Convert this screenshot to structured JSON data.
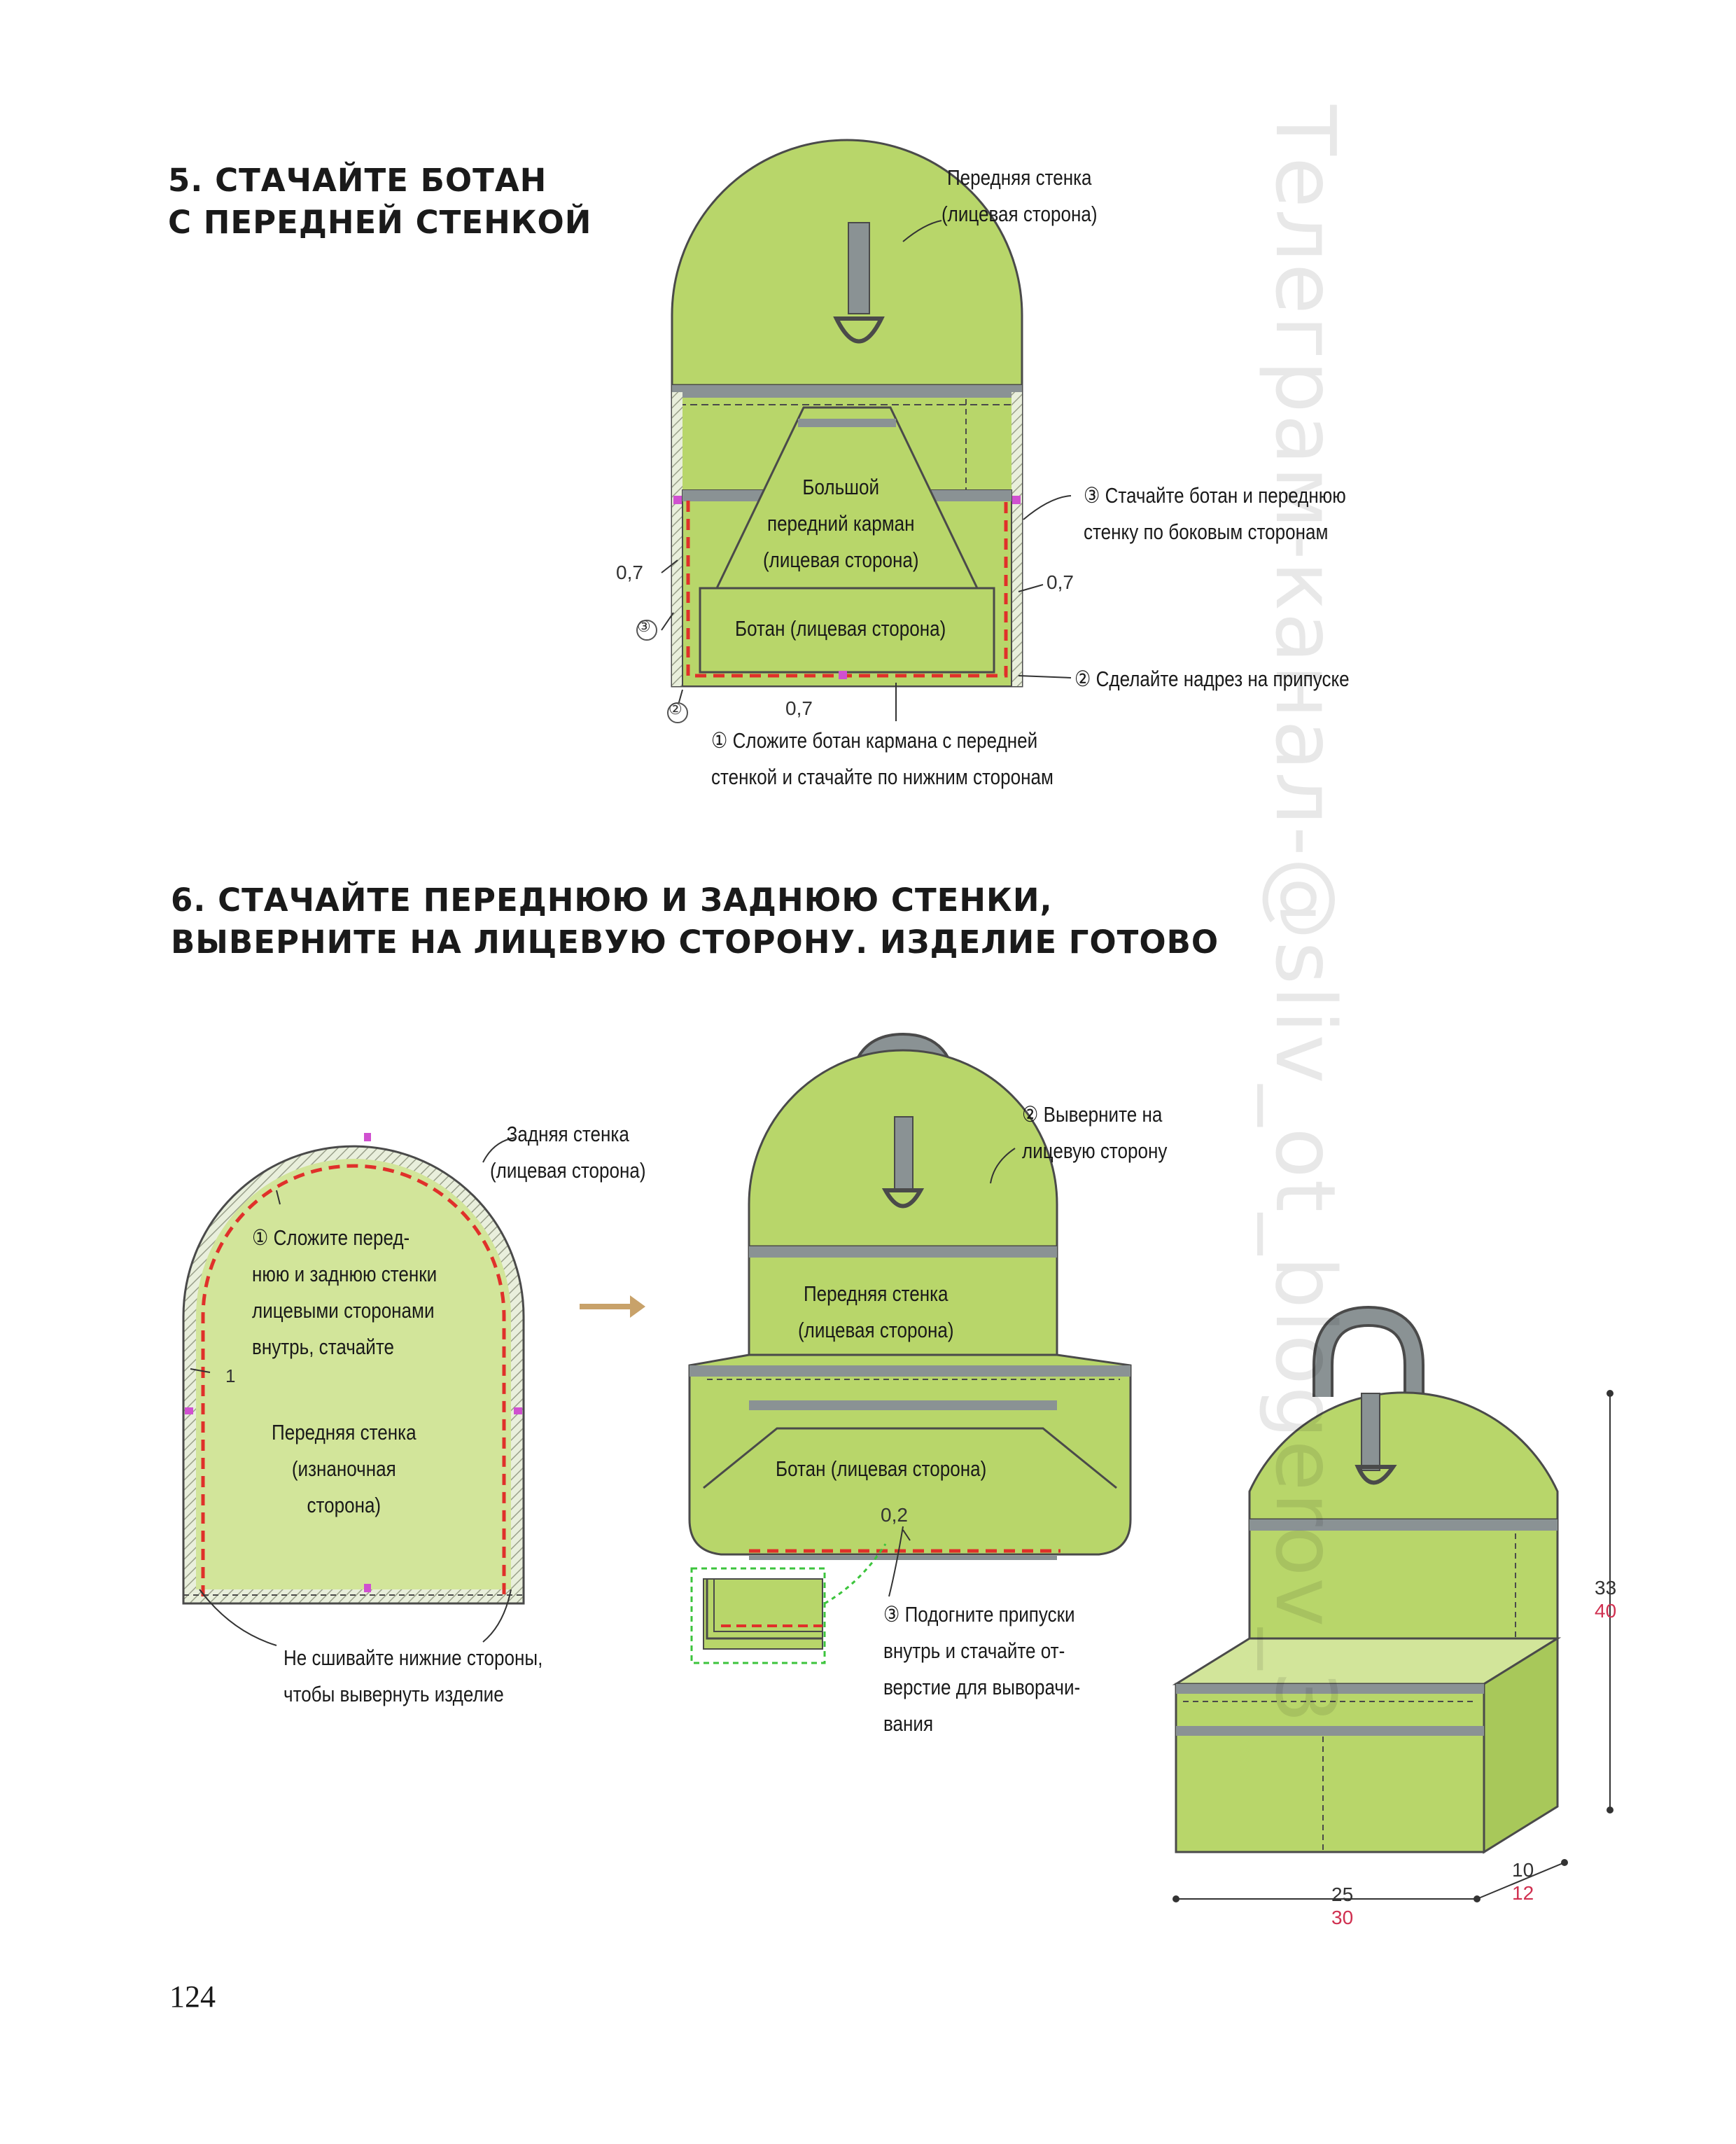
{
  "steps": [
    {
      "title_lines": [
        "5. СТАЧАЙТЕ БОТАН",
        "С ПЕРЕДНЕЙ СТЕНКОЙ"
      ],
      "labels": {
        "front_wall": [
          "Передняя стенка",
          "(лицевая сторона)"
        ],
        "big_pocket": [
          "Большой",
          "передний карман",
          "(лицевая сторона)"
        ],
        "bottom": [
          "Ботан (лицевая сторона)"
        ],
        "note_3": [
          "③ Стачайте ботан и переднюю",
          "стенку по боковым сторонам"
        ],
        "note_2": [
          "② Сделайте надрез на припуске"
        ],
        "note_1": [
          "① Сложите ботан кармана с передней",
          "стенкой и стачайте по нижним сторонам"
        ]
      },
      "dimensions": {
        "left_allowance": "0,7",
        "right_allowance": "0,7",
        "bottom_allowance": "0,7",
        "marker_3": "③",
        "marker_2": "②"
      }
    },
    {
      "title_lines": [
        "6. СТАЧАЙТЕ ПЕРЕДНЮЮ И ЗАДНЮЮ СТЕНКИ,",
        "ВЫВЕРНИТЕ НА ЛИЦЕВУЮ СТОРОНУ. ИЗДЕЛИЕ ГОТОВО"
      ],
      "labels": {
        "back_wall": [
          "Задняя стенка",
          "(лицевая сторона)"
        ],
        "note_1": [
          "① Сложите перед-",
          "нюю и заднюю стенки",
          "лицевыми сторонами",
          "внутрь, стачайте"
        ],
        "front_wrong": [
          "Передняя стенка",
          "(изнаночная",
          "сторона)"
        ],
        "no_sew": [
          "Не сшивайте нижние стороны,",
          "чтобы вывернуть изделие"
        ],
        "note_2": [
          "② Выверните на",
          "лицевую сторону"
        ],
        "front_right": [
          "Передняя стенка",
          "(лицевая сторона)"
        ],
        "bottom": [
          "Ботан (лицевая сторона)"
        ],
        "note_3": [
          "③ Подогните припуски",
          "внутрь и стачайте от-",
          "верстие для выворачи-",
          "вания"
        ]
      },
      "dimensions": {
        "side_allowance": "1",
        "bottom_gap": "0,2",
        "height_small": "33",
        "height_large": "40",
        "width_small": "25",
        "width_large": "30",
        "depth_small": "10",
        "depth_large": "12"
      }
    }
  ],
  "page_number": "124",
  "watermark": "Телеграм-канал-@sliv_ot_blogerov_3",
  "colors": {
    "fabric": "#b8d66a",
    "fabric_light": "#d2e59a",
    "outline": "#4a4a4a",
    "stitch_red": "#e0302a",
    "strap": "#8a9294",
    "arrow": "#c8a26a",
    "dimension_red": "#d03050",
    "zoom_frame": "#3cc43c"
  }
}
